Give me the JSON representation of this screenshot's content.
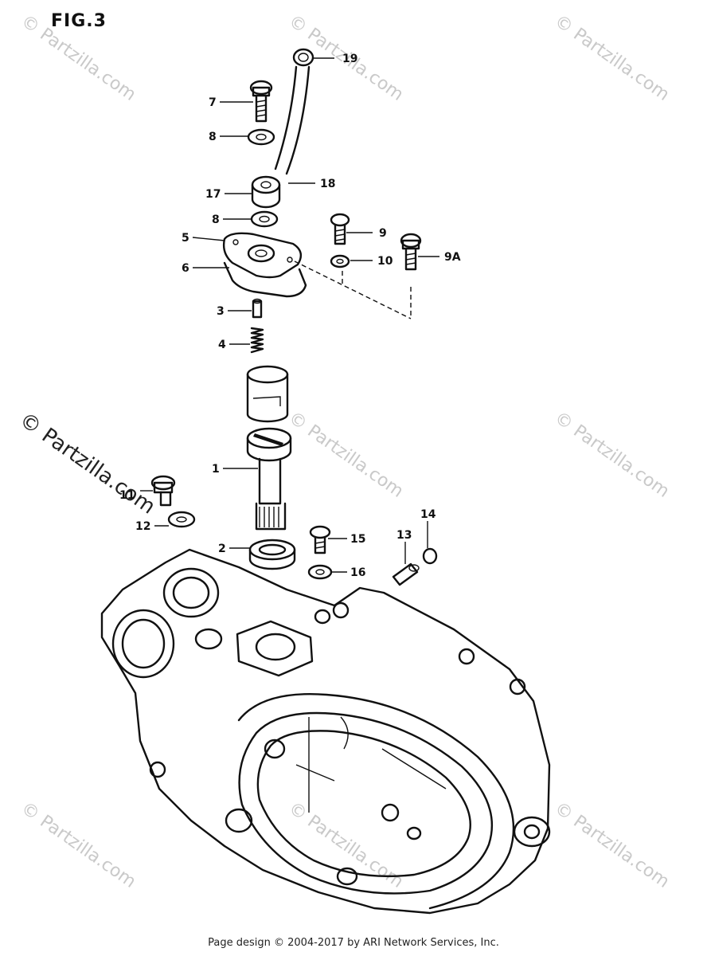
{
  "figure": {
    "title": "FIG.3"
  },
  "footer": {
    "text": "Page design © 2004-2017 by ARI Network Services, Inc."
  },
  "watermark": {
    "text": "© Partzilla.com"
  },
  "parts": [
    {
      "id": "p1",
      "label": "1"
    },
    {
      "id": "p2",
      "label": "2"
    },
    {
      "id": "p3",
      "label": "3"
    },
    {
      "id": "p4",
      "label": "4"
    },
    {
      "id": "p5",
      "label": "5"
    },
    {
      "id": "p6",
      "label": "6"
    },
    {
      "id": "p7",
      "label": "7"
    },
    {
      "id": "p8a",
      "label": "8"
    },
    {
      "id": "p8b",
      "label": "8"
    },
    {
      "id": "p9",
      "label": "9"
    },
    {
      "id": "p9a",
      "label": "9A"
    },
    {
      "id": "p10",
      "label": "10"
    },
    {
      "id": "p11",
      "label": "11"
    },
    {
      "id": "p12",
      "label": "12"
    },
    {
      "id": "p13",
      "label": "13"
    },
    {
      "id": "p14",
      "label": "14"
    },
    {
      "id": "p15",
      "label": "15"
    },
    {
      "id": "p16",
      "label": "16"
    },
    {
      "id": "p17",
      "label": "17"
    },
    {
      "id": "p18",
      "label": "18"
    },
    {
      "id": "p19",
      "label": "19"
    }
  ]
}
